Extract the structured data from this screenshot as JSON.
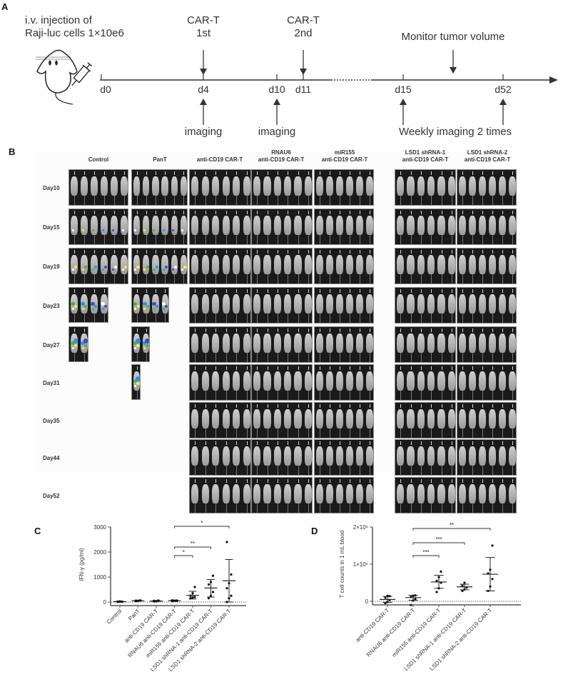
{
  "panel_a": {
    "letter": "A",
    "injection_label_line1": "i.v. injection of",
    "injection_label_line2": "Raji-luc cells 1×10e6",
    "mouse_icon": "mouse-with-syringe-icon",
    "timeline_ticks": [
      "d0",
      "d4",
      "d10",
      "d11",
      "d15",
      "d52"
    ],
    "top_annotations": [
      {
        "line1": "CAR-T",
        "line2": "1st",
        "at": "d4"
      },
      {
        "line1": "CAR-T",
        "line2": "2nd",
        "at": "d11"
      },
      {
        "line1": "Monitor tumor volume",
        "line2": "",
        "at": "d15-d52"
      }
    ],
    "bottom_annotations": [
      {
        "text": "imaging",
        "at": "d4"
      },
      {
        "text": "imaging",
        "at": "d10"
      },
      {
        "text": "Weekly imaging 2 times",
        "at": "d15-d52"
      }
    ]
  },
  "panel_b": {
    "letter": "B",
    "groups": [
      {
        "line1": "Control",
        "line2": ""
      },
      {
        "line1": "PanT",
        "line2": ""
      },
      {
        "line1": "anti-CD19 CAR-T",
        "line2": ""
      },
      {
        "line1": "RNAU6",
        "line2": "anti-CD19 CAR-T"
      },
      {
        "line1": "miR155",
        "line2": "anti-CD19 CAR-T"
      },
      {
        "line1": "LSD1 shRNA-1",
        "line2": "anti-CD19 CAR-T"
      },
      {
        "line1": "LSD1 shRNA-2",
        "line2": "anti-CD19 CAR-T"
      }
    ],
    "days": [
      "Day10",
      "Day15",
      "Day19",
      "Day23",
      "Day27",
      "Day31",
      "Day35",
      "Day44",
      "Day52"
    ],
    "surviving_mice": {
      "Control": [
        6,
        6,
        6,
        4,
        2,
        0,
        0,
        0,
        0
      ],
      "PanT": [
        6,
        6,
        6,
        4,
        2,
        1,
        0,
        0,
        0
      ],
      "anti-CD19 CAR-T": [
        6,
        6,
        6,
        6,
        6,
        6,
        6,
        6,
        6
      ],
      "RNAU6 anti-CD19 CAR-T": [
        6,
        6,
        6,
        6,
        6,
        6,
        6,
        6,
        6
      ],
      "miR155 anti-CD19 CAR-T": [
        6,
        6,
        6,
        6,
        6,
        6,
        6,
        6,
        6
      ],
      "LSD1 shRNA-1 anti-CD19 CAR-T": [
        6,
        6,
        6,
        6,
        6,
        6,
        6,
        6,
        6
      ],
      "LSD1 shRNA-2 anti-CD19 CAR-T": [
        6,
        6,
        6,
        6,
        6,
        6,
        6,
        6,
        6
      ]
    }
  },
  "chart_data": [
    {
      "panel": "C",
      "type": "scatter",
      "title": "",
      "xlabel": "",
      "ylabel": "IFN-γ  (pg/ml)",
      "ylim": [
        0,
        3000
      ],
      "yticks": [
        0,
        1000,
        2000,
        3000
      ],
      "ytick_labels": [
        "0",
        "1000",
        "2000",
        "3000"
      ],
      "categories": [
        "Control",
        "PanT",
        "anti-CD19 CAR-T",
        "RNAU6 anti-CD19 CAR-T",
        "miR155 anti-CD19 CAR-T",
        "LSD1 shRNA-1 anti-CD19 CAR-T",
        "LSD1 shRNA-2 anti-CD19 CAR-T"
      ],
      "points": [
        [
          5,
          10,
          15,
          20,
          25,
          10
        ],
        [
          40,
          50,
          60,
          55,
          45,
          65
        ],
        [
          20,
          30,
          45,
          50,
          35,
          60
        ],
        [
          40,
          50,
          60,
          70,
          55,
          45
        ],
        [
          150,
          180,
          200,
          250,
          350,
          600
        ],
        [
          150,
          250,
          400,
          700,
          800,
          1050
        ],
        [
          0,
          150,
          250,
          550,
          750,
          1100,
          2400
        ]
      ],
      "means": [
        15,
        52,
        40,
        55,
        270,
        560,
        850
      ],
      "error_upper": [
        25,
        65,
        55,
        70,
        430,
        900,
        1700
      ],
      "error_lower": [
        5,
        40,
        25,
        40,
        120,
        200,
        0
      ],
      "reference_line": 0,
      "significance": [
        {
          "from": "RNAU6 anti-CD19 CAR-T",
          "to": "miR155 anti-CD19 CAR-T",
          "label": "*"
        },
        {
          "from": "RNAU6 anti-CD19 CAR-T",
          "to": "LSD1 shRNA-1 anti-CD19 CAR-T",
          "label": "**"
        },
        {
          "from": "RNAU6 anti-CD19 CAR-T",
          "to": "LSD1 shRNA-2 anti-CD19 CAR-T",
          "label": "*"
        }
      ]
    },
    {
      "panel": "D",
      "type": "scatter",
      "title": "",
      "xlabel": "",
      "ylabel": "T cell counts in 1 mL blood",
      "ylim": [
        0,
        2000000
      ],
      "yticks": [
        0,
        1000000,
        2000000
      ],
      "ytick_labels": [
        "0",
        "1×10⁶",
        "2×10⁶"
      ],
      "categories": [
        "anti-CD19 CAR-T",
        "RNAU6 anti-CD19 CAR-T",
        "miR155 anti-CD19 CAR-T",
        "LSD1 shRNA-1 anti-CD19 CAR-T",
        "LSD1 shRNA-2 anti-CD19 CAR-T"
      ],
      "points": [
        [
          -50000,
          -20000,
          30000,
          100000,
          150000,
          140000
        ],
        [
          -100000,
          20000,
          60000,
          120000,
          150000,
          160000
        ],
        [
          250000,
          350000,
          500000,
          550000,
          650000,
          800000
        ],
        [
          280000,
          320000,
          370000,
          420000,
          500000
        ],
        [
          280000,
          400000,
          600000,
          750000,
          850000,
          1500000
        ]
      ],
      "means": [
        50000,
        100000,
        520000,
        390000,
        730000
      ],
      "error_upper": [
        130000,
        160000,
        700000,
        460000,
        1180000
      ],
      "error_lower": [
        -30000,
        30000,
        350000,
        310000,
        280000
      ],
      "reference_line": 0,
      "significance": [
        {
          "from": "RNAU6 anti-CD19 CAR-T",
          "to": "miR155 anti-CD19 CAR-T",
          "label": "***"
        },
        {
          "from": "RNAU6 anti-CD19 CAR-T",
          "to": "LSD1 shRNA-1 anti-CD19 CAR-T",
          "label": "***"
        },
        {
          "from": "RNAU6 anti-CD19 CAR-T",
          "to": "LSD1 shRNA-2 anti-CD19 CAR-T",
          "label": "**"
        }
      ]
    }
  ]
}
